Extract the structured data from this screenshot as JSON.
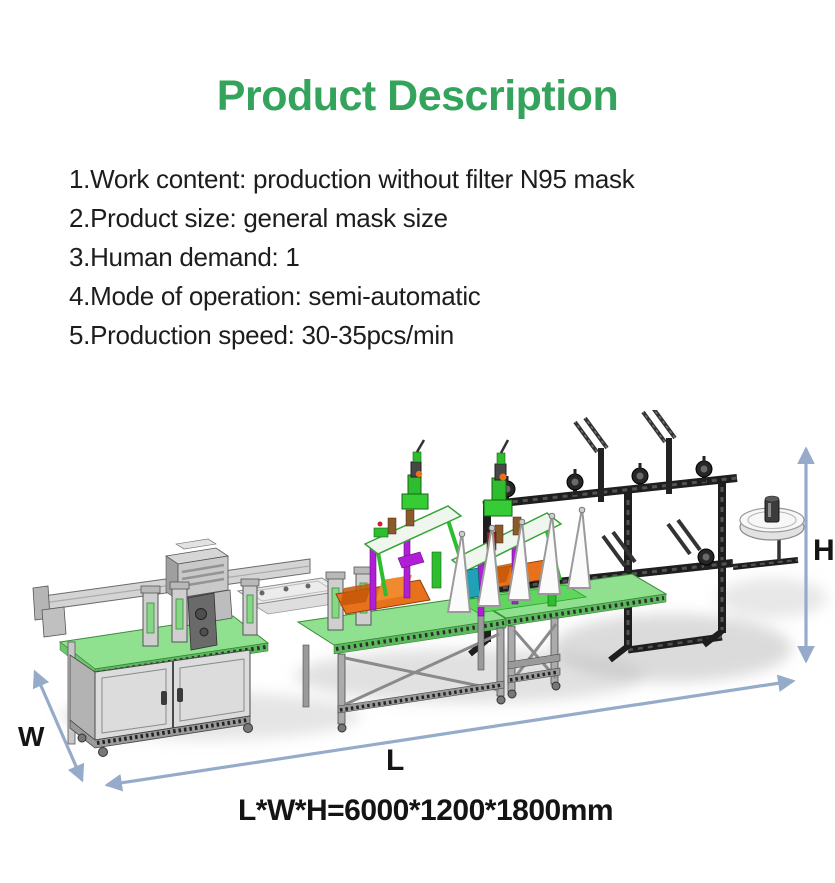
{
  "title": "Product Description",
  "description": {
    "items": [
      "1.Work content: production without filter N95 mask",
      "2.Product size: general mask size",
      "3.Human demand: 1",
      "4.Mode of operation: semi-automatic",
      "5.Production speed: 30-35pcs/min"
    ]
  },
  "diagram": {
    "width_label": "W",
    "length_label": "L",
    "height_label": "H",
    "dimension_text": "L*W*H=6000*1200*1800mm"
  },
  "colors": {
    "title_green": "#34a45c",
    "table_top_green": "#8fe08f",
    "bright_green": "#5fd75f",
    "machine_green": "#2ebd2e",
    "purple": "#b01fd6",
    "orange": "#e8721c",
    "cyan": "#21a0b8",
    "frame_dark": "#1e1e1e",
    "frame_gray": "#c9c9c9",
    "arrow_blue": "#96abc9"
  }
}
